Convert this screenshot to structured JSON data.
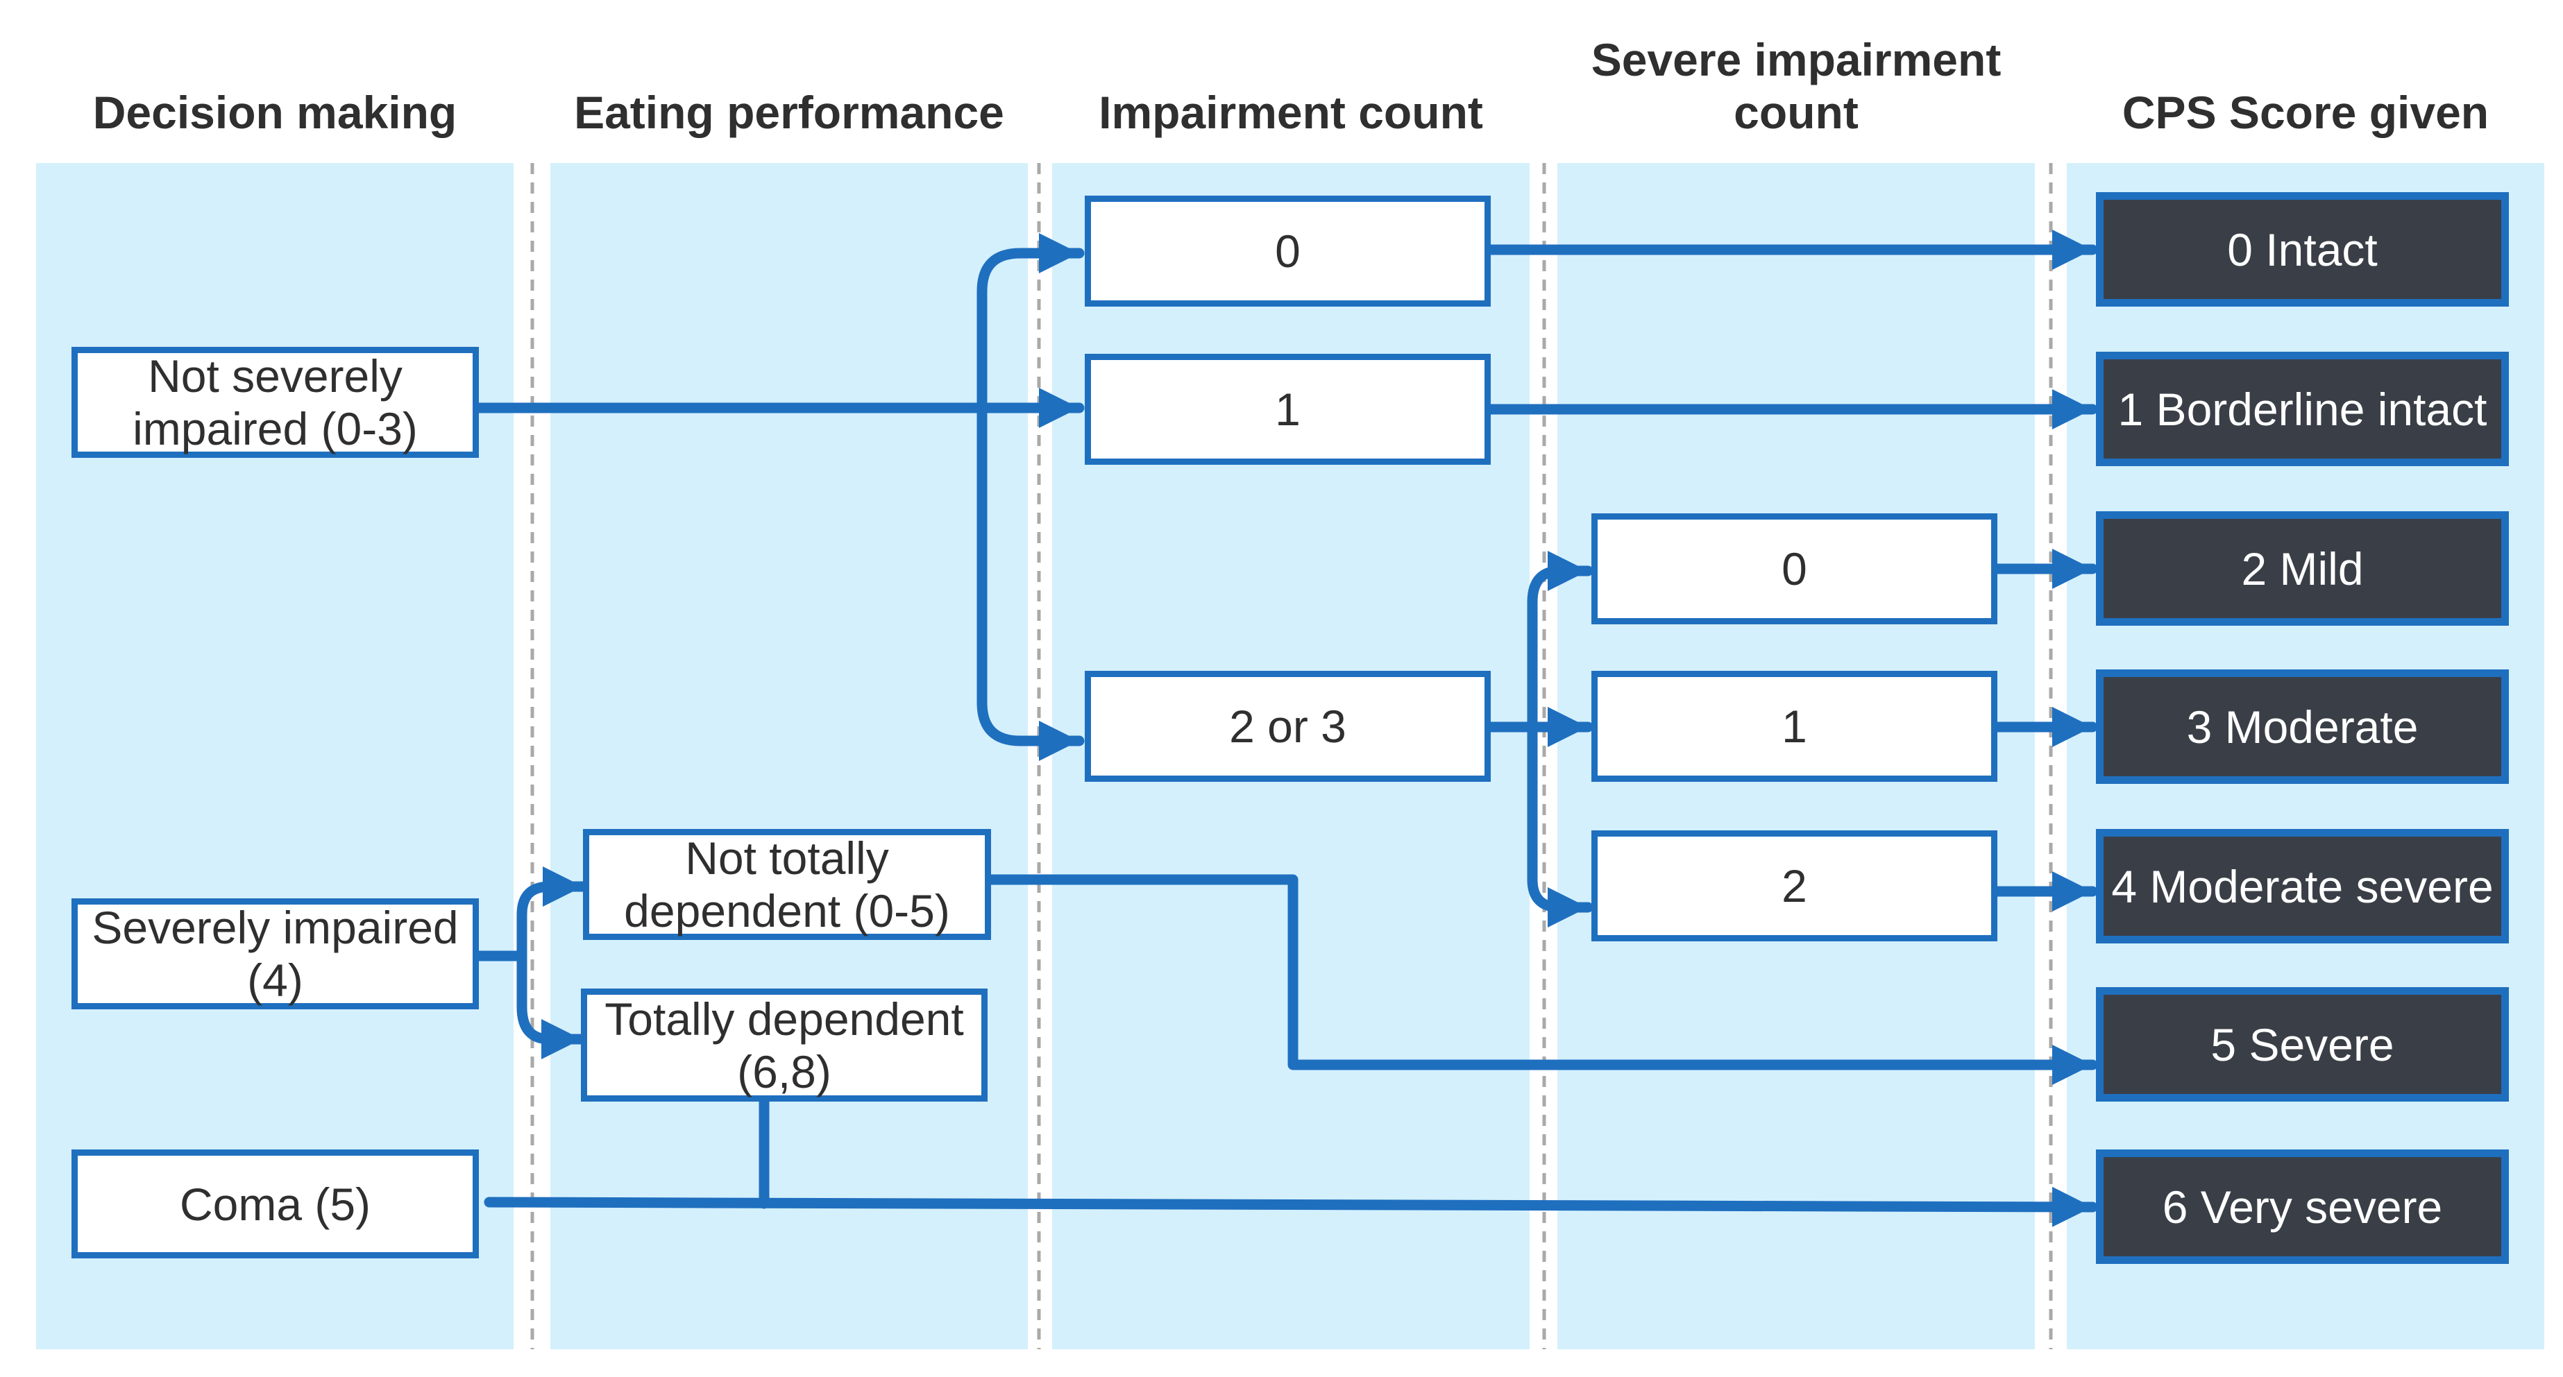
{
  "colors": {
    "lane": "#d4f0fc",
    "divider": "#a9a9a9",
    "arrow": "#1f6fbf",
    "box_border": "#1f6fbf",
    "box_fill": "#ffffff",
    "output_fill": "#3a3f47",
    "output_text": "#ffffff",
    "text": "#2f2f2f"
  },
  "columns": {
    "decision_making": "Decision making",
    "eating_performance": "Eating performance",
    "impairment_count": "Impairment count",
    "severe_impairment_count": "Severe impairment count",
    "cps_score_given": "CPS Score given"
  },
  "decision": {
    "not_severely": "Not severely impaired (0-3)",
    "severely": "Severely impaired (4)",
    "coma": "Coma (5)"
  },
  "eating": {
    "not_totally": "Not totally dependent (0-5)",
    "totally": "Totally dependent (6,8)"
  },
  "impairment": {
    "zero": "0",
    "one": "1",
    "two_or_three": "2 or 3"
  },
  "severe": {
    "zero": "0",
    "one": "1",
    "two": "2"
  },
  "cps": {
    "s0": "0 Intact",
    "s1": "1 Borderline intact",
    "s2": "2 Mild",
    "s3": "3 Moderate",
    "s4": "4 Moderate severe",
    "s5": "5 Severe",
    "s6": "6 Very severe"
  }
}
